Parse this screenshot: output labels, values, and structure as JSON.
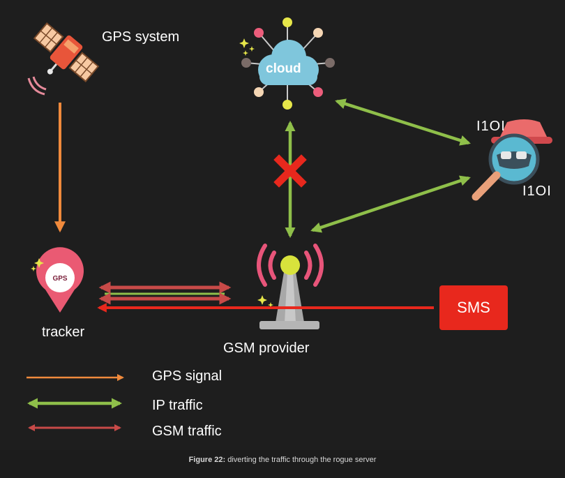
{
  "nodes": {
    "gps_system": "GPS system",
    "cloud": "cloud",
    "tracker": "tracker",
    "tracker_badge": "GPS",
    "gsm_provider": "GSM provider",
    "sms": "SMS",
    "bits_top": "I1OI",
    "bits_bottom": "I1OI"
  },
  "legend": {
    "gps_signal": "GPS signal",
    "ip_traffic": "IP traffic",
    "gsm_traffic": "GSM traffic"
  },
  "caption": {
    "label": "Figure 22:",
    "text": " diverting the traffic through the rogue server"
  },
  "colors": {
    "gps": "#f08a3c",
    "ip": "#8fbf4a",
    "gsm": "#c84a48",
    "block": "#e8281d",
    "background": "#1e1e1e"
  },
  "icons": [
    "satellite-icon",
    "cloud-icon",
    "location-pin-icon",
    "antenna-icon",
    "spy-icon",
    "block-x-icon"
  ]
}
